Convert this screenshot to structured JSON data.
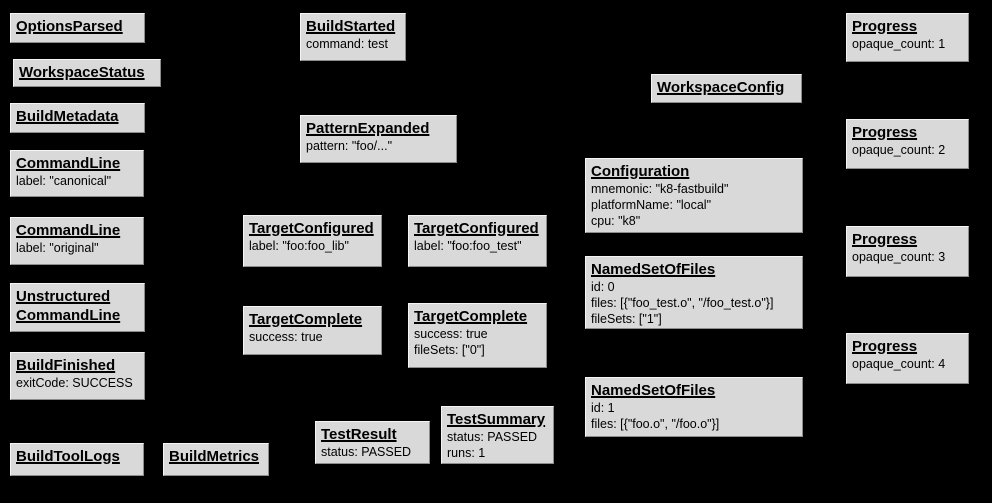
{
  "theme": {
    "background": "#000000",
    "node_fill": "#d9d9d9",
    "node_border_light": "#f5f5f5",
    "node_border_dark": "#8c8c8c",
    "text_color": "#000000"
  },
  "nodes": [
    {
      "title": "OptionsParsed",
      "lines": []
    },
    {
      "title": "WorkspaceStatus",
      "lines": []
    },
    {
      "title": "BuildMetadata",
      "lines": []
    },
    {
      "title": "CommandLine",
      "lines": [
        "label: \"canonical\""
      ]
    },
    {
      "title": "CommandLine",
      "lines": [
        "label: \"original\""
      ]
    },
    {
      "title": "Unstructured",
      "title2": "CommandLine",
      "lines": []
    },
    {
      "title": "BuildFinished",
      "lines": [
        "exitCode: SUCCESS"
      ]
    },
    {
      "title": "BuildToolLogs",
      "lines": []
    },
    {
      "title": "BuildMetrics",
      "lines": []
    },
    {
      "title": "BuildStarted",
      "lines": [
        "command: test"
      ]
    },
    {
      "title": "PatternExpanded",
      "lines": [
        "pattern: \"foo/...\""
      ]
    },
    {
      "title": "TargetConfigured",
      "lines": [
        "label: \"foo:foo_lib\""
      ]
    },
    {
      "title": "TargetConfigured",
      "lines": [
        "label: \"foo:foo_test\""
      ]
    },
    {
      "title": "TargetComplete",
      "lines": [
        "success: true"
      ]
    },
    {
      "title": "TargetComplete",
      "lines": [
        "success: true",
        "fileSets: [\"0\"]"
      ]
    },
    {
      "title": "TestResult",
      "lines": [
        "status: PASSED"
      ]
    },
    {
      "title": "TestSummary",
      "lines": [
        "status: PASSED",
        "runs: 1"
      ]
    },
    {
      "title": "WorkspaceConfig",
      "lines": []
    },
    {
      "title": "Configuration",
      "lines": [
        "mnemonic: \"k8-fastbuild\"",
        "platformName: \"local\"",
        "cpu: \"k8\""
      ]
    },
    {
      "title": "NamedSetOfFiles",
      "lines": [
        "id: 0",
        "files: [{\"foo_test.o\", \"/foo_test.o\"}]",
        "fileSets: [\"1\"]"
      ]
    },
    {
      "title": "NamedSetOfFiles",
      "lines": [
        "id: 1",
        "files: [{\"foo.o\", \"/foo.o\"}]"
      ]
    },
    {
      "title": "Progress",
      "lines": [
        "opaque_count: 1"
      ]
    },
    {
      "title": "Progress",
      "lines": [
        "opaque_count: 2"
      ]
    },
    {
      "title": "Progress",
      "lines": [
        "opaque_count: 3"
      ]
    },
    {
      "title": "Progress",
      "lines": [
        "opaque_count: 4"
      ]
    }
  ]
}
